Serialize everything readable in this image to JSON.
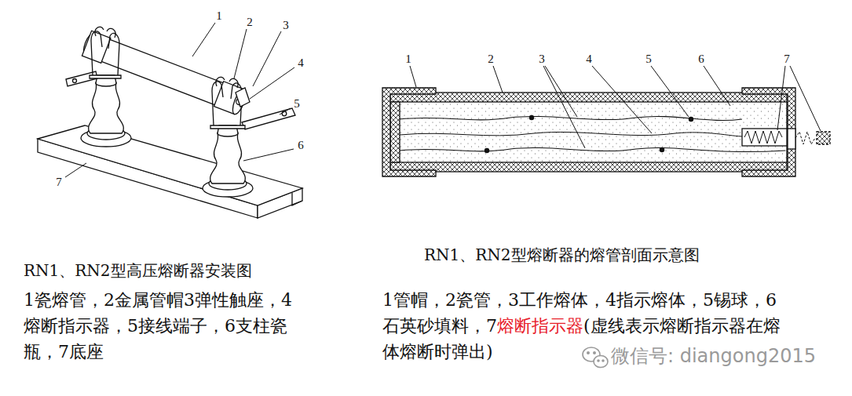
{
  "diagram": {
    "labels": [
      "1",
      "2",
      "3",
      "4",
      "5",
      "6",
      "7",
      "1",
      "2",
      "3",
      "4",
      "5",
      "6",
      "7",
      "RN1、RN2型高压熔断器安装图",
      "RN1、RN2型熔断器的熔管剖面示意图",
      "1瓷熔管，2金属管帽3弹性触座，4熔断指示器，5接线端子，6支柱瓷瓶，7底座",
      "1管帽，2瓷管，3工作熔体，4指示熔体，5锡球，6石英砂填料，7",
      "熔断指示器",
      "(虚线表示熔断指示器在熔体熔断时弹出)",
      "微信号: diangong2015"
    ]
  }
}
